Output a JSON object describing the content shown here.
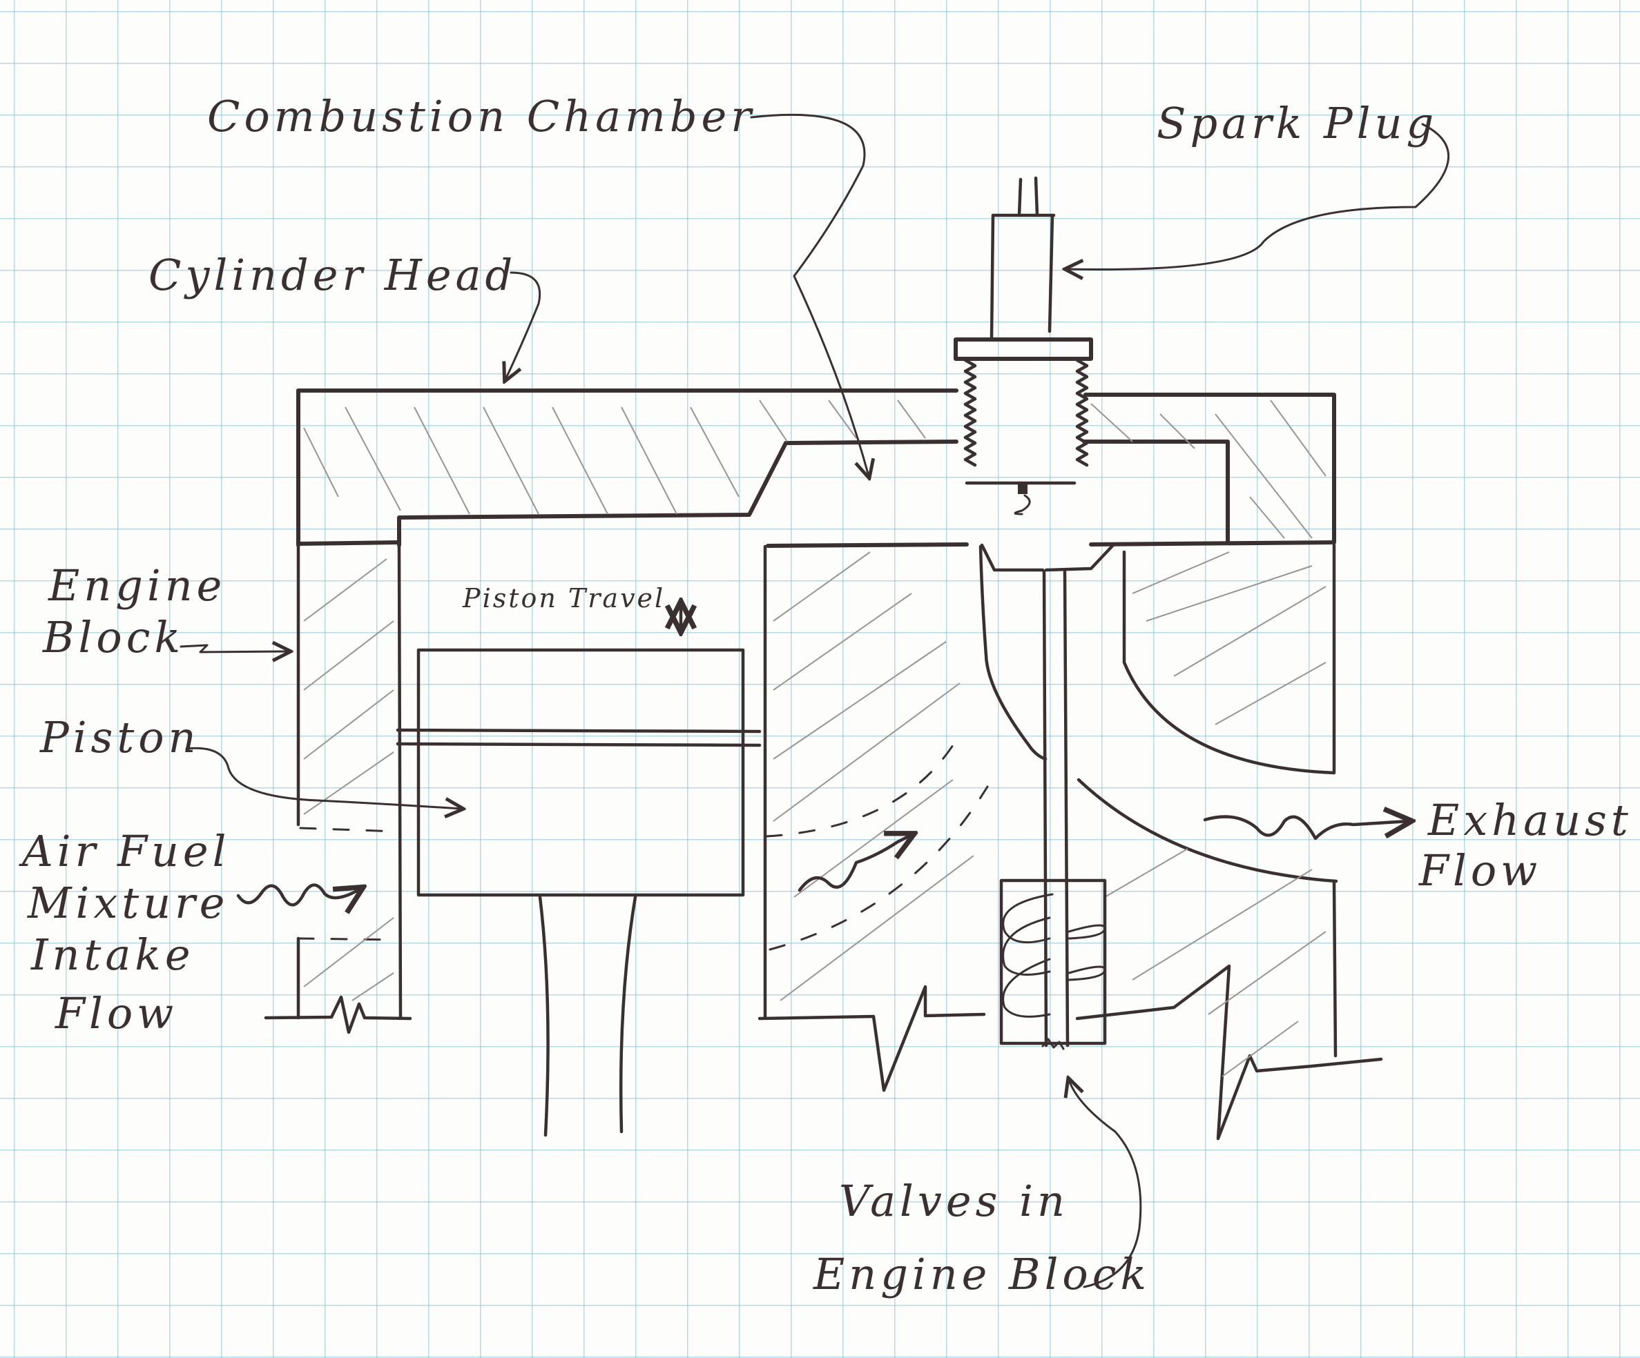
{
  "diagram": {
    "title": "Flathead Engine Cross-Section Sketch",
    "paper": {
      "grid_color": "#8cc8dc",
      "ink_color": "#3a3030"
    },
    "labels": {
      "combustion_chamber": "Combustion Chamber",
      "spark_plug": "Spark Plug",
      "cylinder_head": "Cylinder Head",
      "engine_block_line1": "Engine",
      "engine_block_line2": "Block",
      "piston_travel": "Piston Travel",
      "piston": "Piston",
      "intake_line1": "Air Fuel",
      "intake_line2": "Mixture",
      "intake_line3": "Intake",
      "intake_line4": "Flow",
      "exhaust_line1": "Exhaust",
      "exhaust_line2": "Flow",
      "valves_line1": "Valves in",
      "valves_line2": "Engine Block"
    }
  }
}
